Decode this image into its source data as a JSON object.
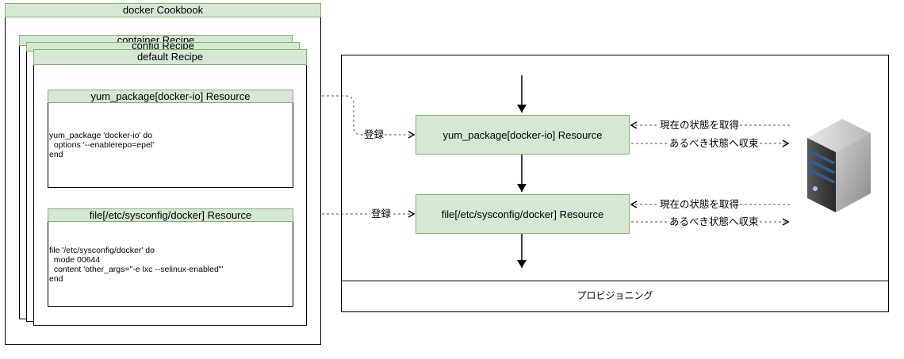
{
  "cookbook": {
    "title": "docker Cookbook",
    "recipes": [
      "container Recipe",
      "config Recipe",
      "default Recipe"
    ]
  },
  "resources": [
    {
      "title": "yum_package[docker-io] Resource",
      "code": "yum_package 'docker-io' do\n  options '--enablerepo=epel'\nend"
    },
    {
      "title": "file[/etc/sysconfig/docker] Resource",
      "code": "file '/etc/sysconfig/docker' do\n  mode 00644\n  content 'other_args=\"-e lxc --selinux-enabled\"'\nend"
    }
  ],
  "provisioning": {
    "label": "プロビジョニング",
    "resources": [
      "yum_package[docker-io] Resource",
      "file[/etc/sysconfig/docker] Resource"
    ]
  },
  "edge_labels": {
    "register": "登録",
    "get_state": "現在の状態を取得",
    "converge": "あるべき状態へ収束"
  },
  "server_icon": "server-icon"
}
